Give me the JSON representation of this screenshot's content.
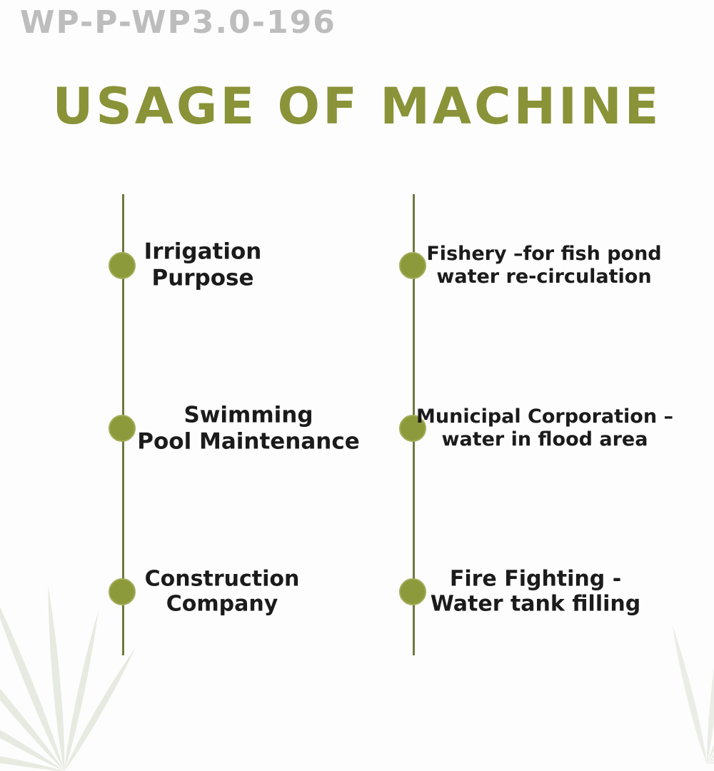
{
  "header": {
    "product_code": "WP-P-WP3.0-196"
  },
  "title": "USAGE OF MACHINE",
  "colors": {
    "accent_olive": "#8a9338",
    "dot_fill": "#8d9a3c",
    "line": "#6f7a3e",
    "code_gray": "#bdbdbd",
    "text": "#1b1b1b",
    "background": "#fdfdfd",
    "leaf_decoration": "#e4e7dc"
  },
  "decorations": {
    "bottom_left": "palm-leaves",
    "bottom_right": "palm-leaves"
  },
  "timeline": {
    "left": {
      "items": [
        {
          "line1": "Irrigation",
          "line2": "Purpose"
        },
        {
          "line1": "Swimming",
          "line2": "Pool Maintenance"
        },
        {
          "line1": "Construction",
          "line2": "Company"
        }
      ]
    },
    "right": {
      "items": [
        {
          "line1": "Fishery –for fish pond",
          "line2": "water re-circulation"
        },
        {
          "line1": "Municipal Corporation –",
          "line2": "water in flood area"
        },
        {
          "line1": "Fire Fighting -",
          "line2": "Water tank filling"
        }
      ]
    }
  }
}
